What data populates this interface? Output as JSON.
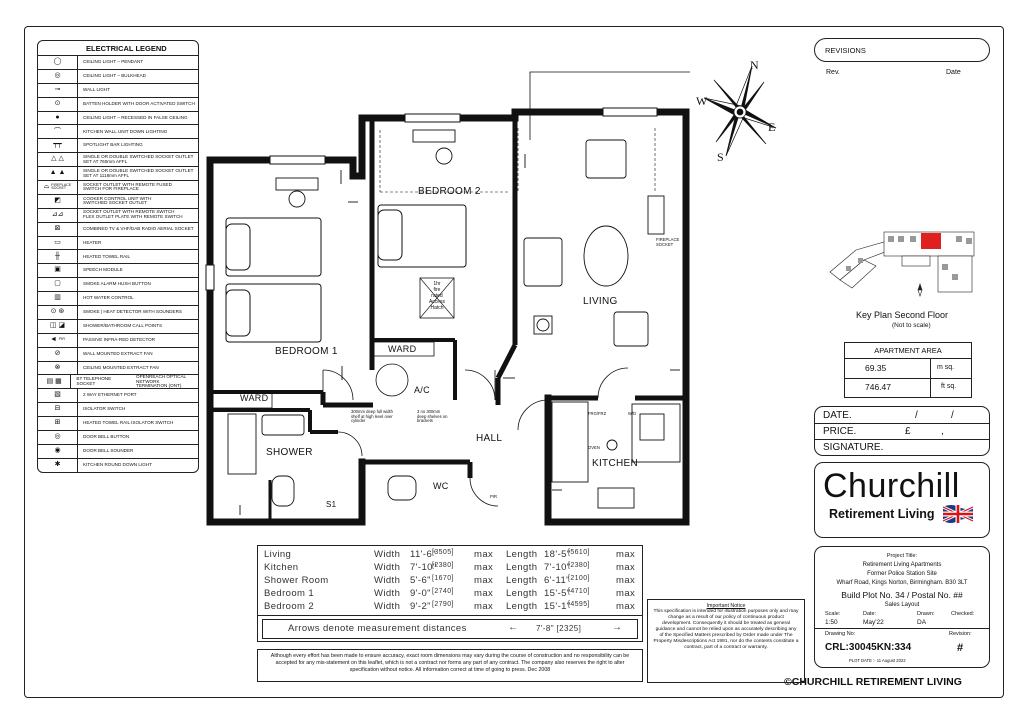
{
  "legend": {
    "title": "ELECTRICAL LEGEND",
    "items": [
      {
        "icon": "pendant-light-icon",
        "label": "CEILING LIGHT – PENDANT"
      },
      {
        "icon": "bulkhead-light-icon",
        "label": "CEILING LIGHT – BULKHEAD"
      },
      {
        "icon": "wall-light-icon",
        "label": "WALL LIGHT"
      },
      {
        "icon": "batten-holder-icon",
        "label": "BATTEN HOLDER WITH DOOR ACTIVATED SWITCH"
      },
      {
        "icon": "recessed-light-icon",
        "label": "CEILING LIGHT – RECESSED IN FALSE CEILING"
      },
      {
        "icon": "kitchen-unit-light-icon",
        "label": "KITCHEN WALL UNIT DOWN LIGHTING"
      },
      {
        "icon": "spotlight-bar-icon",
        "label": "SPOTLIGHT BAR LIGHTING"
      },
      {
        "icon": "socket-760-icon",
        "label": "SINGLE OR DOUBLE SWITCHED SOCKET OUTLET\nSET AT 760mm AFFL"
      },
      {
        "icon": "socket-1118-icon",
        "label": "SINGLE OR DOUBLE SWITCHED SOCKET OUTLET\nSET AT 1118mm AFFL"
      },
      {
        "icon": "fireplace-socket-icon",
        "label": "SOCKET OUTLET WITH REMOTE FUSED\nSWITCH FOR FIREPLACE",
        "tag": "FIREPLACE\nSOCKET"
      },
      {
        "icon": "cooker-control-icon",
        "label": "COOKER CONTROL UNIT WITH\nSWITCHED SOCKET OUTLET"
      },
      {
        "icon": "remote-switch-socket-icon",
        "label": "SOCKET OUTLET WITH REMOTE SWITCH\nFLEX OUTLET PLATE WITH REMOTE SWITCH"
      },
      {
        "icon": "tv-socket-icon",
        "label": "COMBINED TV & VHF/DAB RADIO AERIAL SOCKET"
      },
      {
        "icon": "heater-icon",
        "label": "HEATER"
      },
      {
        "icon": "towel-rail-icon",
        "label": "HEATED TOWEL RAIL"
      },
      {
        "icon": "speech-module-icon",
        "label": "SPEECH MODULE"
      },
      {
        "icon": "smoke-alarm-hush-icon",
        "label": "SMOKE ALARM HUSH BUTTON"
      },
      {
        "icon": "hot-water-icon",
        "label": "HOT WATER CONTROL"
      },
      {
        "icon": "smoke-detector-icon",
        "label": "SMOKE | HEAT DETECTOR WITH SOUNDERS"
      },
      {
        "icon": "call-point-icon",
        "label": "SHOWER/BATHROOM CALL POINTS"
      },
      {
        "icon": "pir-icon",
        "label": "PASSIVE INFRA-RED DETECTOR",
        "tag": "PIR"
      },
      {
        "icon": "wall-fan-icon",
        "label": "WALL MOUNTED EXTRACT FAN"
      },
      {
        "icon": "ceiling-fan-icon",
        "label": "CEILING MOUNTED EXTRACT FAN"
      },
      {
        "icon": "telephone-socket-icon",
        "label": "BT TELEPHONE SOCKET",
        "label2": "OPENREACH OPTICAL NETWORK\nTERMINATION (ONT)"
      },
      {
        "icon": "ethernet-port-icon",
        "label": "2 WAY ETHERNET PORT"
      },
      {
        "icon": "isolator-switch-icon",
        "label": "ISOLATOR SWITCH"
      },
      {
        "icon": "towel-rail-isolator-icon",
        "label": "HEATED TOWEL RAIL ISOLATOR SWITCH"
      },
      {
        "icon": "door-bell-button-icon",
        "label": "DOOR BELL BUTTON"
      },
      {
        "icon": "door-bell-sounder-icon",
        "label": "DOOR BELL SOUNDER"
      },
      {
        "icon": "kitchen-round-down-light-icon",
        "label": "KITCHEN ROUND DOWN LIGHT"
      }
    ]
  },
  "plan": {
    "rooms": {
      "bedroom1": "BEDROOM 1",
      "bedroom2": "BEDROOM 2",
      "living": "LIVING",
      "hall": "HALL",
      "shower": "SHOWER",
      "kitchen": "KITCHEN",
      "wc": "WC",
      "ward1": "WARD",
      "ward2": "WARD",
      "ac": "A/C",
      "s1": "S1"
    },
    "notes": {
      "hatch": "1hr\nfire\nrated\nAccess\nHatch",
      "shelf1": "300mm deep full width\nshelf at high level over\ncylinder",
      "shelf2": "3 no 300mm\ndeep shelves on\nbrackets",
      "fireplace": "FIREPLACE\nSOCKET",
      "frgfrz": "FRG/FRZ",
      "oven": "OVEN",
      "wd": "W/D",
      "pir": "PIR"
    },
    "compass": {
      "n": "N",
      "e": "E",
      "s": "S",
      "w": "W"
    }
  },
  "revisions": {
    "title": "REVISIONS",
    "rev": "Rev.",
    "date": "Date"
  },
  "keyplan": {
    "title": "Key Plan Second Floor",
    "subtitle": "(Not to scale)"
  },
  "area": {
    "title": "APARTMENT AREA",
    "m": "69.35",
    "m_unit": "m sq.",
    "ft": "746.47",
    "ft_unit": "ft sq."
  },
  "sign": {
    "date": "DATE.",
    "date_sep1": "/",
    "date_sep2": "/",
    "price": "PRICE.",
    "price_sym": "£",
    "price_sep": ",",
    "signature": "SIGNATURE."
  },
  "brand": {
    "name": "Churchill",
    "sub": "Retirement Living",
    "copyright": "©CHURCHILL RETIREMENT LIVING"
  },
  "project": {
    "label": "Project Title:",
    "line1": "Retirement Living Apartments",
    "line2": "Former Police Station Site",
    "line3": "Wharf Road, Kings Norton, Birmingham. B30 3LT",
    "plot": "Build Plot No. 34 / Postal No. ##",
    "layout": "Sales Layout",
    "scale_label": "Scale:",
    "scale": "1:50",
    "date_label": "Date:",
    "date": "May'22",
    "drawn_label": "Drawn:",
    "drawn": "DA",
    "checked_label": "Checked:",
    "drawing_label": "Drawing No:",
    "drawing": "CRL:30045KN:334",
    "revision_label": "Revision:",
    "revision": "#",
    "plot_date": "PLOT DATE :- 11 August 2022"
  },
  "dimensions": {
    "rows": [
      {
        "room": "Living",
        "w_label": "Width",
        "w": "11'-6\"",
        "w_mm": "[3505]",
        "w_max": "max",
        "l_label": "Length",
        "l": "18'-5\"",
        "l_mm": "[5610]",
        "l_max": "max"
      },
      {
        "room": "Kitchen",
        "w_label": "Width",
        "w": "7'-10\"",
        "w_mm": "[2380]",
        "w_max": "max",
        "l_label": "Length",
        "l": "7'-10\"",
        "l_mm": "[2380]",
        "l_max": "max"
      },
      {
        "room": "Shower Room",
        "w_label": "Width",
        "w": "5'-6\"",
        "w_mm": "[1670]",
        "w_max": "max",
        "l_label": "Length",
        "l": "6'-11\"",
        "l_mm": "[2100]",
        "l_max": "max"
      },
      {
        "room": "Bedroom 1",
        "w_label": "Width",
        "w": "9'-0\"",
        "w_mm": "[2740]",
        "w_max": "max",
        "l_label": "Length",
        "l": "15'-5\"",
        "l_mm": "[4710]",
        "l_max": "max"
      },
      {
        "room": "Bedroom 2",
        "w_label": "Width",
        "w": "9'-2\"",
        "w_mm": "[2790]",
        "w_max": "max",
        "l_label": "Length",
        "l": "15'-1\"",
        "l_mm": "[4595]",
        "l_max": "max"
      }
    ],
    "arrows_note": "Arrows denote measurement distances",
    "arrows_value": "7'-8\" [2325]"
  },
  "disclaimer": "Although every effort has been made to ensure accuracy, exact room dimensions may vary during the course of construction and no responsibility can be accepted for any mis-statement on this leaflet, which is not a contract nor forms any part of any contract. The company also reserves the right to alter specification without notice. All information correct at time of going to press. Dec 2008",
  "important": {
    "title": "Important Notice",
    "text": "This specification is intended for illustration purposes only and may change as a result of our policy of continuous product development. Consequently it should be treated as general guidance and cannot be relied upon as accurately describing any of the Specified Matters prescribed by Order made under The Property Misdescriptions Act 1991, nor do the contents constitute a contract, part of a contract or warranty."
  }
}
